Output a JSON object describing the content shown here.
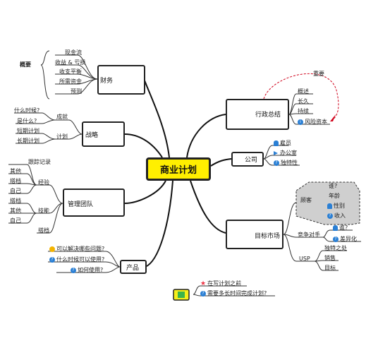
{
  "central": "商业计划",
  "finance": {
    "label": "财务",
    "overview": "概要",
    "items": [
      "现金流",
      "收益 & 亏损",
      "收支平衡",
      "所需资金",
      "预测"
    ]
  },
  "strategy": {
    "label": "战略",
    "plan": "计划",
    "success": "成就",
    "q_when": "什么时候?",
    "q_what": "是什么?",
    "short_term": "短期计划",
    "long_term": "长期计划"
  },
  "team": {
    "label": "管理团队",
    "track_record": "跟踪记录",
    "experience": "经验",
    "other1": "其他",
    "bamboo1": "搭档",
    "self1": "自己",
    "bamboo2": "搭档",
    "skills": "技能",
    "other2": "其他",
    "self2": "自己",
    "bamboo3": "搭档"
  },
  "product": {
    "label": "产品",
    "q1": "可以解决哪些问题?",
    "q2": "什么时候可以使用?",
    "q3": "如何使用?"
  },
  "admin": {
    "label": "行政总结",
    "important": "重要",
    "items": [
      "概述",
      "长久",
      "持续",
      "风险资本"
    ]
  },
  "company": {
    "label": "公司",
    "items": [
      "雇员",
      "办公室",
      "独特性"
    ]
  },
  "market": {
    "label": "目标市场",
    "customer": "顾客",
    "who": "谁?",
    "age": "年龄",
    "gender": "性别",
    "income": "收入",
    "competitors": "竞争对手",
    "comp_who": "谁?",
    "differentiation": "差异化",
    "usp": "USP",
    "unique": "独特之处",
    "sales": "销售",
    "target": "目标"
  },
  "legend": {
    "note1": "在写计划之前",
    "note2": "需要多长时间完成计划?"
  }
}
